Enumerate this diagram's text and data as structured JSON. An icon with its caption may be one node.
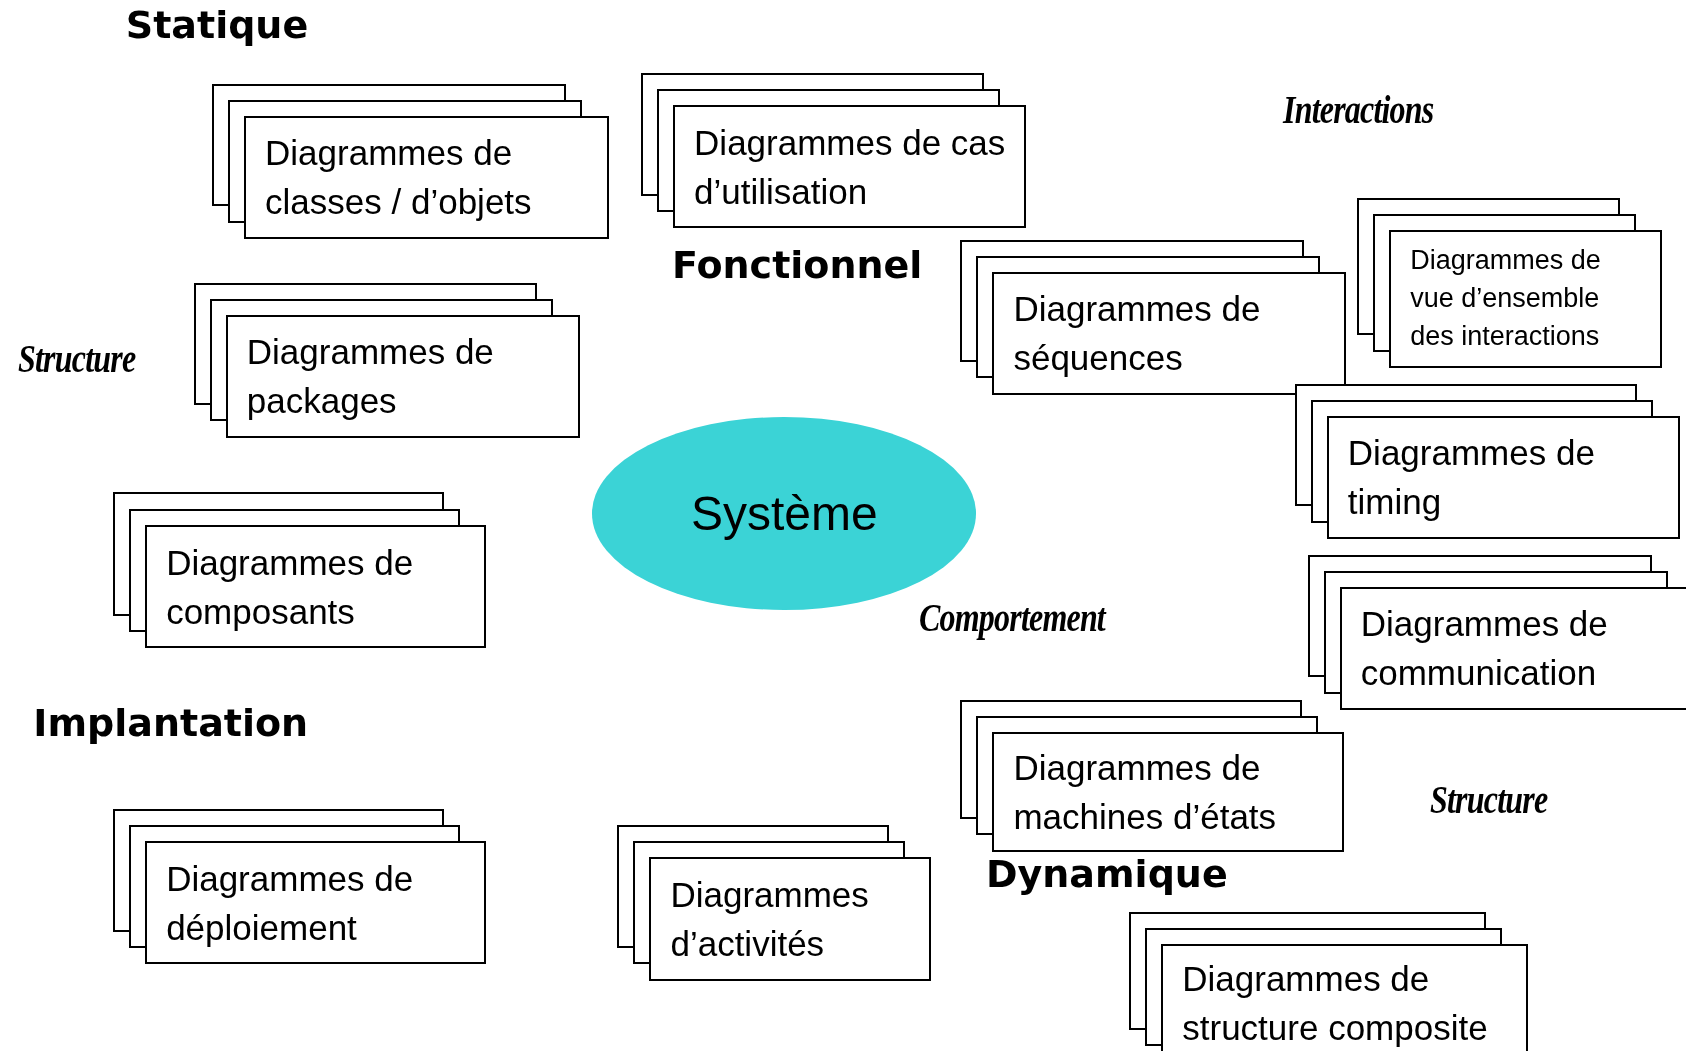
{
  "diagram": {
    "nodes": [
      {
        "text": [
          "Diagrammes de classes / d’objets"
        ]
      },
      {
        "text": [
          "Diagrammes de cas d’utilisation"
        ]
      },
      {
        "text": [
          "Diagrammes de packages"
        ]
      },
      {
        "text": [
          "Diagrammes de composants"
        ]
      },
      {
        "text": [
          "Diagrammes de déploiement"
        ]
      },
      {
        "text": [
          "Système"
        ]
      },
      {
        "text": [
          "Diagrammes de séquences"
        ]
      },
      {
        "text": [
          "Diagrammes de vue d’ensemble des interactions"
        ]
      },
      {
        "text": [
          "Diagrammes de timing"
        ]
      },
      {
        "text": [
          "Diagrammes de communication"
        ]
      },
      {
        "text": [
          "Diagrammes de machines d’états"
        ]
      },
      {
        "text": [
          "Diagrammes d’activités"
        ]
      },
      {
        "text": [
          "Diagrammes de structure composite"
        ]
      }
    ],
    "labels": [
      "Statique",
      "Interactions",
      "Fonctionnel",
      "Structure",
      "Implantation",
      "Comportement",
      "Structure",
      "Dynamique"
    ]
  }
}
